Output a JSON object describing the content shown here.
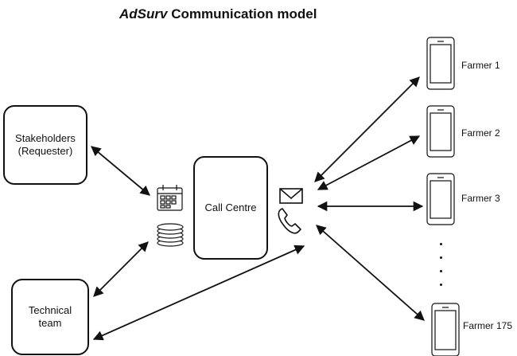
{
  "title": {
    "brand": "AdSurv",
    "rest": "Communication model"
  },
  "nodes": {
    "stakeholders": "Stakeholders\n(Requester)",
    "technical": "Technical\nteam",
    "call_centre": "Call Centre"
  },
  "farmers": [
    "Farmer 1",
    "Farmer 2",
    "Farmer 3",
    "Farmer 175"
  ],
  "icons": {
    "calendar": "calendar-icon",
    "database": "database-icon",
    "mail": "envelope-icon",
    "phone": "phone-icon",
    "mobile": "mobile-phone-icon"
  }
}
